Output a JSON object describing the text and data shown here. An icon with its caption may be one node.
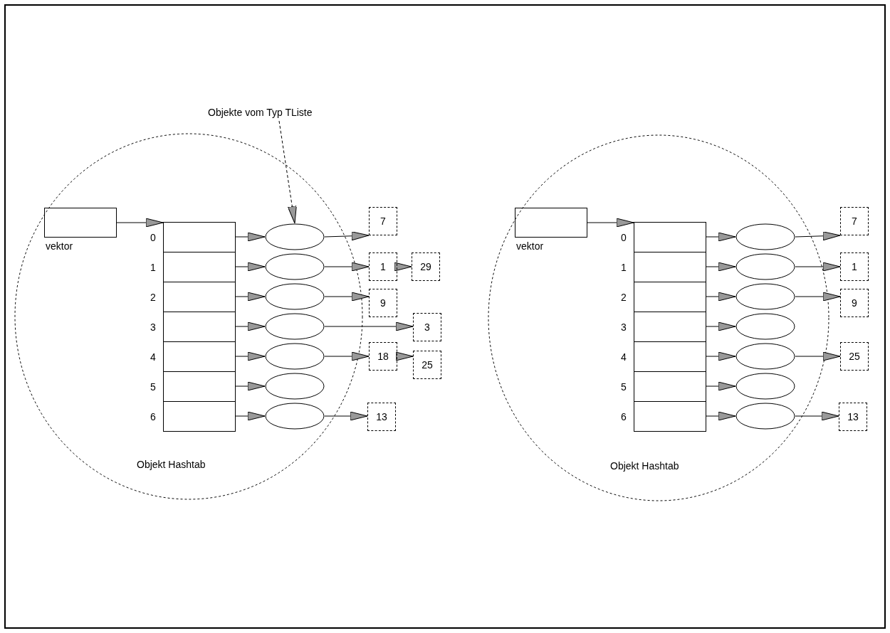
{
  "diagram": {
    "nodes": [
      {
        "text": [
          "Objekte vom Typ TListe"
        ]
      },
      {
        "text": [
          "Objekt Hashtab"
        ]
      },
      {
        "text": [
          "vektor"
        ],
        "in": 1
      },
      {
        "text": [
          "0"
        ],
        "in": 1
      },
      {
        "text": [
          "1"
        ],
        "in": 1
      },
      {
        "text": [
          "2"
        ],
        "in": 1
      },
      {
        "text": [
          "3"
        ],
        "in": 1
      },
      {
        "text": [
          "4"
        ],
        "in": 1
      },
      {
        "text": [
          "5"
        ],
        "in": 1
      },
      {
        "text": [
          "6"
        ],
        "in": 1
      },
      {
        "text": [],
        "shape": "ellipse",
        "in": 1
      },
      {
        "text": [],
        "shape": "ellipse",
        "in": 1
      },
      {
        "text": [],
        "shape": "ellipse",
        "in": 1
      },
      {
        "text": [],
        "shape": "ellipse",
        "in": 1
      },
      {
        "text": [],
        "shape": "ellipse",
        "in": 1
      },
      {
        "text": [],
        "shape": "ellipse",
        "in": 1
      },
      {
        "text": [],
        "shape": "ellipse",
        "in": 1
      },
      {
        "text": [
          "7"
        ]
      },
      {
        "text": [
          "1"
        ]
      },
      {
        "text": [
          "29"
        ]
      },
      {
        "text": [
          "9"
        ]
      },
      {
        "text": [
          "3"
        ]
      },
      {
        "text": [
          "18"
        ]
      },
      {
        "text": [
          "25"
        ]
      },
      {
        "text": [
          "13"
        ]
      },
      {
        "text": [
          "Objekt Hashtab"
        ]
      },
      {
        "text": [
          "vektor"
        ],
        "in": 25
      },
      {
        "text": [
          "0"
        ],
        "in": 25
      },
      {
        "text": [
          "1"
        ],
        "in": 25
      },
      {
        "text": [
          "2"
        ],
        "in": 25
      },
      {
        "text": [
          "3"
        ],
        "in": 25
      },
      {
        "text": [
          "4"
        ],
        "in": 25
      },
      {
        "text": [
          "5"
        ],
        "in": 25
      },
      {
        "text": [
          "6"
        ],
        "in": 25
      },
      {
        "text": [],
        "shape": "ellipse",
        "in": 25
      },
      {
        "text": [],
        "shape": "ellipse",
        "in": 25
      },
      {
        "text": [],
        "shape": "ellipse",
        "in": 25
      },
      {
        "text": [],
        "shape": "ellipse",
        "in": 25
      },
      {
        "text": [],
        "shape": "ellipse",
        "in": 25
      },
      {
        "text": [],
        "shape": "ellipse",
        "in": 25
      },
      {
        "text": [],
        "shape": "ellipse",
        "in": 25
      },
      {
        "text": [
          "7"
        ]
      },
      {
        "text": [
          "1"
        ]
      },
      {
        "text": [
          "9"
        ]
      },
      {
        "text": [
          "25"
        ]
      },
      {
        "text": [
          "13"
        ]
      }
    ],
    "edges": [
      {
        "from": 0,
        "to": 10,
        "arrow": "to",
        "style": "dashed"
      },
      {
        "from": 2,
        "to": 3,
        "arrow": "to"
      },
      {
        "from": 3,
        "to": 10,
        "arrow": "to"
      },
      {
        "from": 4,
        "to": 11,
        "arrow": "to"
      },
      {
        "from": 5,
        "to": 12,
        "arrow": "to"
      },
      {
        "from": 6,
        "to": 13,
        "arrow": "to"
      },
      {
        "from": 7,
        "to": 14,
        "arrow": "to"
      },
      {
        "from": 8,
        "to": 15,
        "arrow": "to"
      },
      {
        "from": 9,
        "to": 16,
        "arrow": "to"
      },
      {
        "from": 10,
        "to": 17,
        "arrow": "to"
      },
      {
        "from": 11,
        "to": 18,
        "arrow": "to"
      },
      {
        "from": 18,
        "to": 19,
        "arrow": "to"
      },
      {
        "from": 12,
        "to": 20,
        "arrow": "to"
      },
      {
        "from": 13,
        "to": 21,
        "arrow": "to"
      },
      {
        "from": 14,
        "to": 22,
        "arrow": "to"
      },
      {
        "from": 22,
        "to": 23,
        "arrow": "to"
      },
      {
        "from": 16,
        "to": 24,
        "arrow": "to"
      },
      {
        "from": 26,
        "to": 27,
        "arrow": "to"
      },
      {
        "from": 27,
        "to": 34,
        "arrow": "to"
      },
      {
        "from": 28,
        "to": 35,
        "arrow": "to"
      },
      {
        "from": 29,
        "to": 36,
        "arrow": "to"
      },
      {
        "from": 30,
        "to": 37,
        "arrow": "to"
      },
      {
        "from": 31,
        "to": 38,
        "arrow": "to"
      },
      {
        "from": 32,
        "to": 39,
        "arrow": "to"
      },
      {
        "from": 33,
        "to": 40,
        "arrow": "to"
      },
      {
        "from": 34,
        "to": 41,
        "arrow": "to"
      },
      {
        "from": 35,
        "to": 42,
        "arrow": "to"
      },
      {
        "from": 36,
        "to": 43,
        "arrow": "to"
      },
      {
        "from": 38,
        "to": 44,
        "arrow": "to"
      },
      {
        "from": 40,
        "to": 45,
        "arrow": "to"
      }
    ]
  }
}
